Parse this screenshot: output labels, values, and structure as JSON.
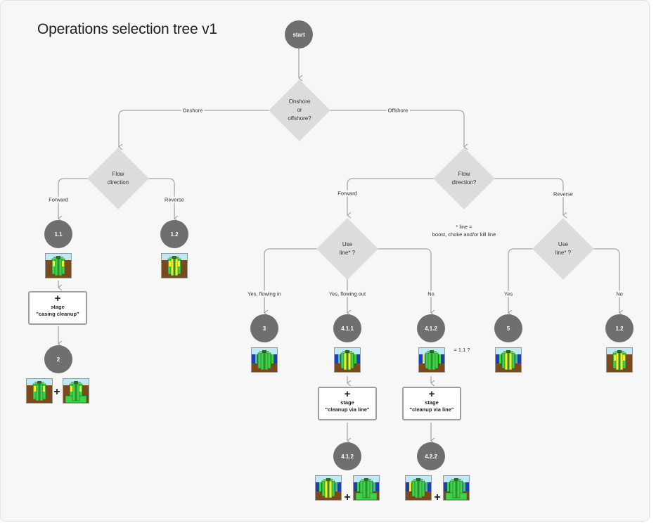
{
  "title": "Operations selection tree v1",
  "colors": {
    "canvas": "#f7f7f7",
    "node_circle": "#6f6f6f",
    "decision": "#dcdcdc",
    "connector": "#a7a7a7",
    "sky": "#bfe9f5",
    "ground": "#7a4a1e",
    "water": "#1f3fb0",
    "well_green": "#3fd34a",
    "well_yellow": "#f4ee2c"
  },
  "nodes": {
    "start": "start",
    "q_onshore": "Onshore\nor\noffshore?",
    "q_flow_on": "Flow\ndirection",
    "q_flow_off": "Flow\ndirection?",
    "q_use_line_fwd": "Use\nline* ?",
    "q_use_line_rev": "Use\nline* ?",
    "n_1_1": "1.1",
    "n_1_2_a": "1.2",
    "n_2": "2",
    "n_3": "3",
    "n_4_1_1": "4.1.1",
    "n_4_1_2_a": "4.1.2",
    "n_4_1_2_b": "4.1.2",
    "n_4_2_2": "4.2.2",
    "n_5": "5",
    "n_1_2_b": "1.2"
  },
  "edges": {
    "onshore": "Onshore",
    "offshore": "Offshore",
    "forward_on": "Forward",
    "reverse_on": "Reverse",
    "forward_off": "Forward",
    "reverse_off": "Reverse",
    "yes_in": "Yes, flowing in",
    "yes_out": "Yes, flowing out",
    "no_fwd": "No",
    "yes_rev": "Yes",
    "no_rev": "No"
  },
  "stages": {
    "casing": {
      "plus": "+",
      "line1": "stage",
      "line2": "\"casing cleanup\""
    },
    "line_a": {
      "plus": "+",
      "line1": "stage",
      "line2": "\"cleanup via line\""
    },
    "line_b": {
      "plus": "+",
      "line1": "stage",
      "line2": "\"cleanup via line\""
    }
  },
  "notes": {
    "line_def": "* line =\nboost, choke and/or kill line",
    "eq_1_1": "= 1.1 ?"
  },
  "plus_sign": "+",
  "well_icons": {
    "w_1_1": "onshore-forward",
    "w_1_2": "onshore-reverse",
    "w_2a": "onshore-forward",
    "w_2b": "onshore-cleanup",
    "w_3": "offshore-line-in",
    "w_4_1_1": "offshore-line-out",
    "w_4_1_2": "offshore-no-line",
    "w_5": "offshore-reverse-line",
    "w_1_2b": "onshore-reverse",
    "w_412a": "offshore-line-out",
    "w_412b": "offshore-cleanup",
    "w_422a": "offshore-no-line",
    "w_422b": "offshore-cleanup"
  }
}
